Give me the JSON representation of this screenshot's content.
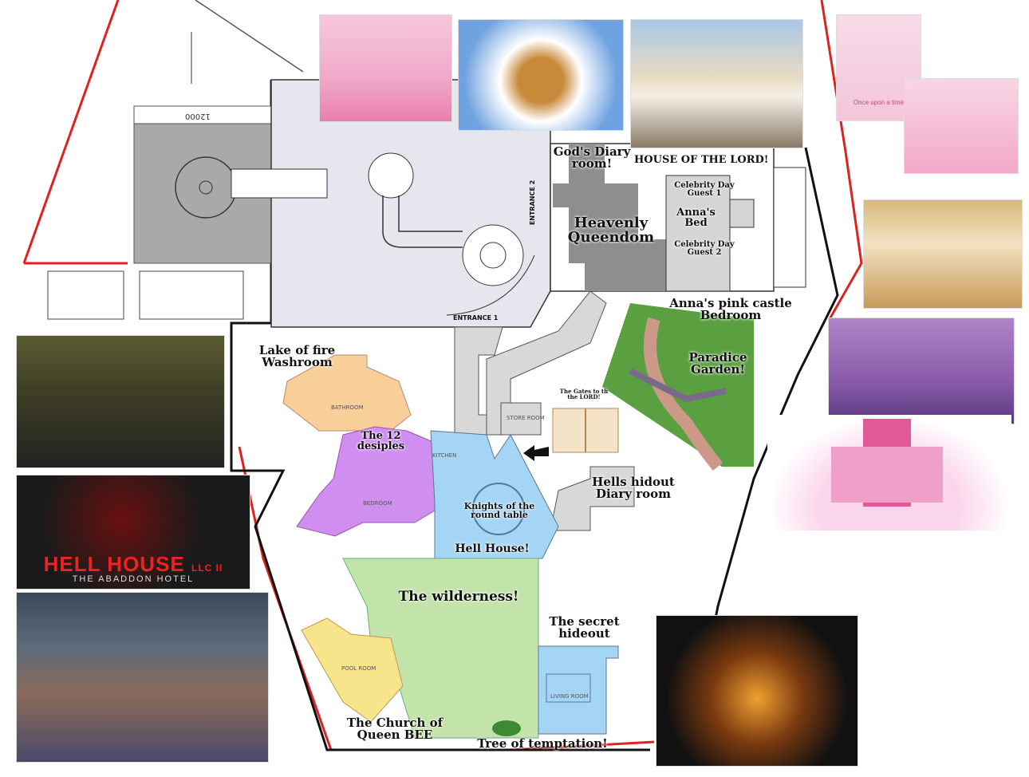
{
  "plan": {
    "title": "HOUSE OF THE LORD!",
    "entrance_1": "ENTRANCE 1",
    "entrance_2": "ENTRANCE 2",
    "dimension": "12000",
    "rooms": {
      "gods_diary": "God's Diary room!",
      "heavenly": "Heavenly Queendom",
      "guest1": "Celebrity Day Guest 1",
      "annas_bed": "Anna's Bed",
      "guest2": "Celebrity Day Guest 2",
      "pink_castle": "Anna's pink castle Bedroom",
      "garden": "Paradice Garden!",
      "lake": "Lake of fire Washroom",
      "disciples": "The 12 desiples",
      "gates": "The Gates to th the LORD!",
      "knights": "Knights of the round table",
      "hell_house": "Hell House!",
      "hells_diary": "Hells hidout Diary room",
      "wilderness": "The wilderness!",
      "secret": "The secret hideout",
      "church": "The Church of Queen BEE",
      "tree": "Tree of temptation!"
    },
    "small_labels": {
      "bathroom": "BATHROOM",
      "bedroom": "BEDROOM",
      "kitchen": "KITCHEN",
      "store": "STORE ROOM",
      "pool": "POOL ROOM",
      "living": "LIVING ROOM"
    }
  },
  "photos": {
    "hell_house_title": "HELL HOUSE",
    "hell_house_llc": "LLC II",
    "hell_house_sub": "THE ABADDON HOTEL",
    "castle_sign": "Once upon a time"
  }
}
